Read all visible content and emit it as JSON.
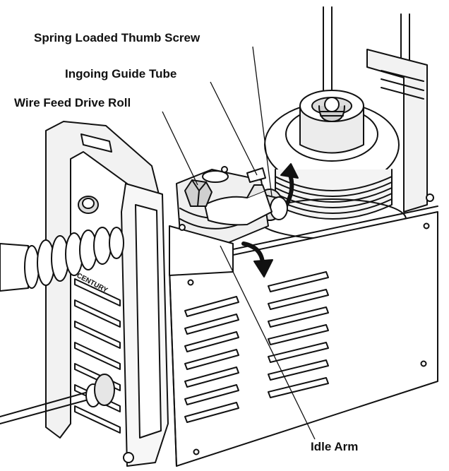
{
  "labels": {
    "spring_loaded_thumb_screw": "Spring Loaded Thumb Screw",
    "ingoing_guide_tube": "Ingoing Guide Tube",
    "wire_feed_drive_roll": "Wire Feed Drive Roll",
    "idle_arm": "Idle Arm"
  },
  "housing_text": "CENTURY",
  "colors": {
    "line": "#111111",
    "background": "#ffffff",
    "fill_light": "#f2f2f2",
    "fill_mid": "#d8d8d8",
    "fill_dark": "#9a9a9a"
  }
}
